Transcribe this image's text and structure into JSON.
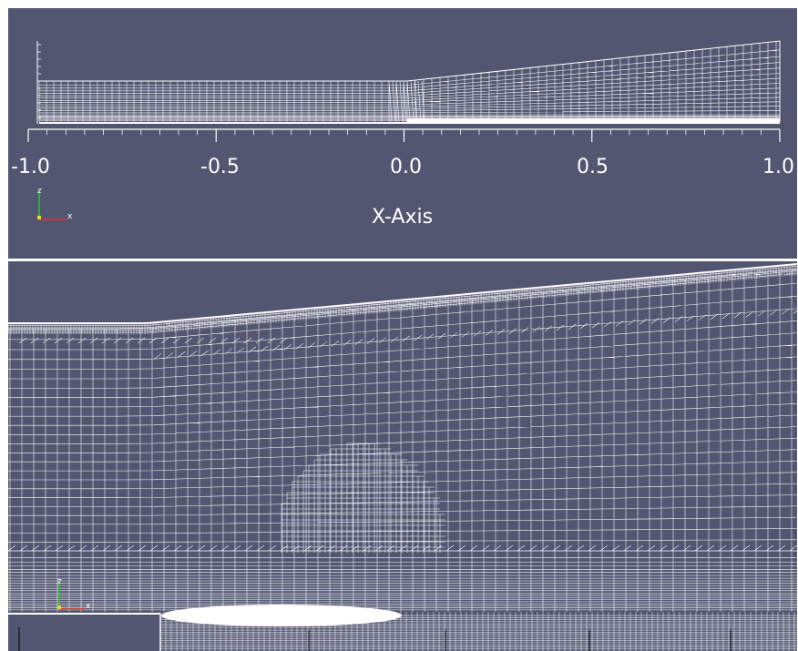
{
  "viewport_top": {
    "x_axis": {
      "title": "X-Axis",
      "ticks": [
        {
          "value": -1.0,
          "label": "-1.0"
        },
        {
          "value": -0.5,
          "label": "-0.5"
        },
        {
          "value": 0.0,
          "label": "0.0"
        },
        {
          "value": 0.5,
          "label": "0.5"
        },
        {
          "value": 1.0,
          "label": "1.0"
        }
      ]
    },
    "orientation_axes": {
      "z_label": "z",
      "x_label": "x"
    }
  },
  "viewport_bottom": {
    "orientation_axes": {
      "z_label": "z",
      "x_label": "x"
    }
  },
  "colors": {
    "background": "#525670",
    "mesh": "#ffffff",
    "x_axis_color": "#e03030",
    "z_axis_color": "#30c030",
    "y_axis_color": "#e0e020"
  }
}
